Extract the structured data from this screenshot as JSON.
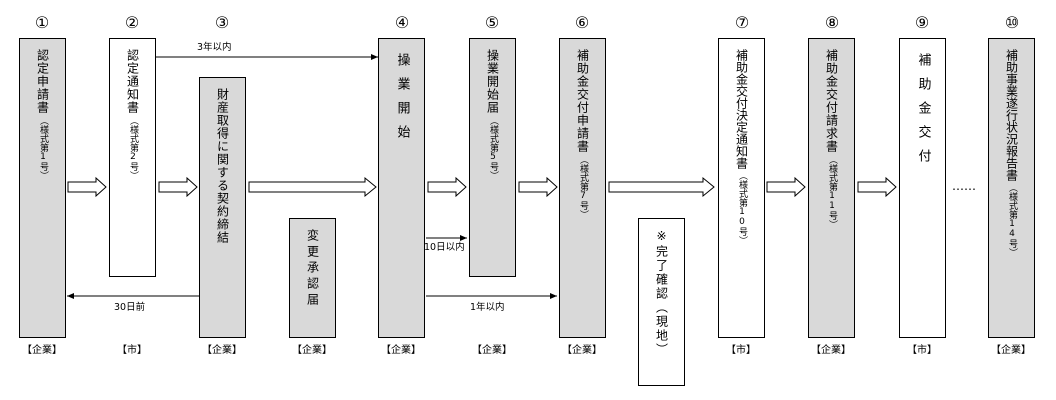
{
  "steps": [
    {
      "num": "①",
      "title": "認定申請書",
      "sub": "（様式第1号）",
      "role": "【企業】"
    },
    {
      "num": "②",
      "title": "認定通知書",
      "sub": "（様式第2号）",
      "role": "【市】"
    },
    {
      "num": "③",
      "title": "財産取得に関する契約締結",
      "sub": "",
      "role": "【企業】"
    },
    {
      "num": "④",
      "title": "操業開始",
      "sub": "",
      "role": "【企業】"
    },
    {
      "num": "⑤",
      "title": "操業開始届",
      "sub": "（様式第5号）",
      "role": "【企業】"
    },
    {
      "num": "⑥",
      "title": "補助金交付申請書",
      "sub": "（様式第7号）",
      "role": "【企業】"
    },
    {
      "num": "⑦",
      "title": "補助金交付決定通知書",
      "sub": "（様式第10号）",
      "role": "【市】"
    },
    {
      "num": "⑧",
      "title": "補助金交付請求書",
      "sub": "（様式第11号）",
      "role": "【企業】"
    },
    {
      "num": "⑨",
      "title": "補助金交付",
      "sub": "",
      "role": "【市】"
    },
    {
      "num": "⑩",
      "title": "補助事業遂行状況報告書",
      "sub": "（様式第14号）",
      "role": "【企業】"
    }
  ],
  "change": {
    "title": "変更承認届",
    "role": "【企業】"
  },
  "completion": {
    "title": "※完了確認（現地）"
  },
  "labels": {
    "within3years": "3年以内",
    "thirtyDaysBefore": "30日前",
    "within10days": "10日以内",
    "within1year": "1年以内",
    "ellipsis": "……"
  }
}
